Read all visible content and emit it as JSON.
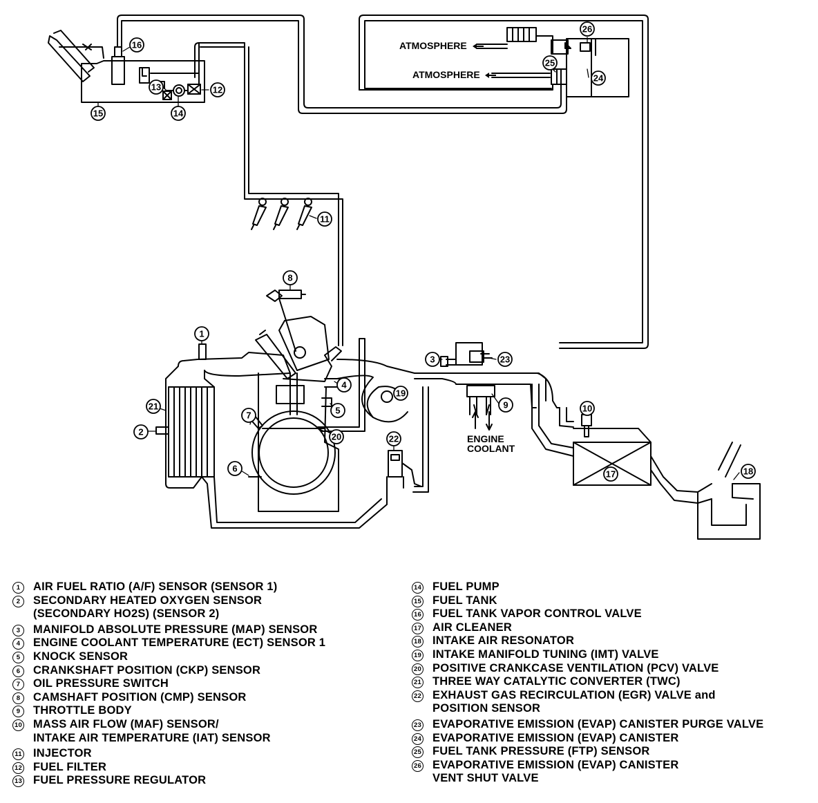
{
  "callouts": [
    "1",
    "2",
    "3",
    "4",
    "5",
    "6",
    "7",
    "8",
    "9",
    "10",
    "11",
    "12",
    "13",
    "14",
    "15",
    "16",
    "17",
    "18",
    "19",
    "20",
    "21",
    "22",
    "23",
    "24",
    "25",
    "26"
  ],
  "labels": {
    "atmosphere_1": "ATMOSPHERE",
    "atmosphere_2": "ATMOSPHERE",
    "engine_coolant_1": "ENGINE",
    "engine_coolant_2": "COOLANT"
  },
  "legend_left": [
    {
      "num": "1",
      "text": "AIR FUEL RATIO (A/F) SENSOR (SENSOR 1)"
    },
    {
      "num": "2",
      "text": "SECONDARY HEATED OXYGEN SENSOR\n(SECONDARY HO2S) (SENSOR 2)"
    },
    {
      "num": "3",
      "text": "MANIFOLD ABSOLUTE PRESSURE (MAP) SENSOR"
    },
    {
      "num": "4",
      "text": "ENGINE COOLANT TEMPERATURE (ECT) SENSOR 1"
    },
    {
      "num": "5",
      "text": "KNOCK SENSOR"
    },
    {
      "num": "6",
      "text": "CRANKSHAFT POSITION (CKP) SENSOR"
    },
    {
      "num": "7",
      "text": "OIL PRESSURE SWITCH"
    },
    {
      "num": "8",
      "text": "CAMSHAFT POSITION (CMP) SENSOR"
    },
    {
      "num": "9",
      "text": "THROTTLE BODY"
    },
    {
      "num": "10",
      "text": "MASS AIR FLOW (MAF) SENSOR/\nINTAKE AIR TEMPERATURE (IAT) SENSOR"
    },
    {
      "num": "11",
      "text": "INJECTOR"
    },
    {
      "num": "12",
      "text": "FUEL FILTER"
    },
    {
      "num": "13",
      "text": "FUEL PRESSURE REGULATOR"
    }
  ],
  "legend_right": [
    {
      "num": "14",
      "text": "FUEL PUMP"
    },
    {
      "num": "15",
      "text": "FUEL TANK"
    },
    {
      "num": "16",
      "text": "FUEL TANK VAPOR CONTROL VALVE"
    },
    {
      "num": "17",
      "text": "AIR CLEANER"
    },
    {
      "num": "18",
      "text": "INTAKE AIR RESONATOR"
    },
    {
      "num": "19",
      "text": "INTAKE MANIFOLD TUNING (IMT) VALVE"
    },
    {
      "num": "20",
      "text": "POSITIVE CRANKCASE VENTILATION (PCV) VALVE"
    },
    {
      "num": "21",
      "text": "THREE WAY CATALYTIC CONVERTER (TWC)"
    },
    {
      "num": "22",
      "text": "EXHAUST GAS RECIRCULATION (EGR) VALVE and\nPOSITION SENSOR"
    },
    {
      "num": "23",
      "text": "EVAPORATIVE EMISSION (EVAP) CANISTER PURGE VALVE"
    },
    {
      "num": "24",
      "text": "EVAPORATIVE EMISSION (EVAP) CANISTER"
    },
    {
      "num": "25",
      "text": "FUEL TANK PRESSURE (FTP) SENSOR"
    },
    {
      "num": "26",
      "text": "EVAPORATIVE EMISSION (EVAP) CANISTER\nVENT SHUT VALVE"
    }
  ]
}
